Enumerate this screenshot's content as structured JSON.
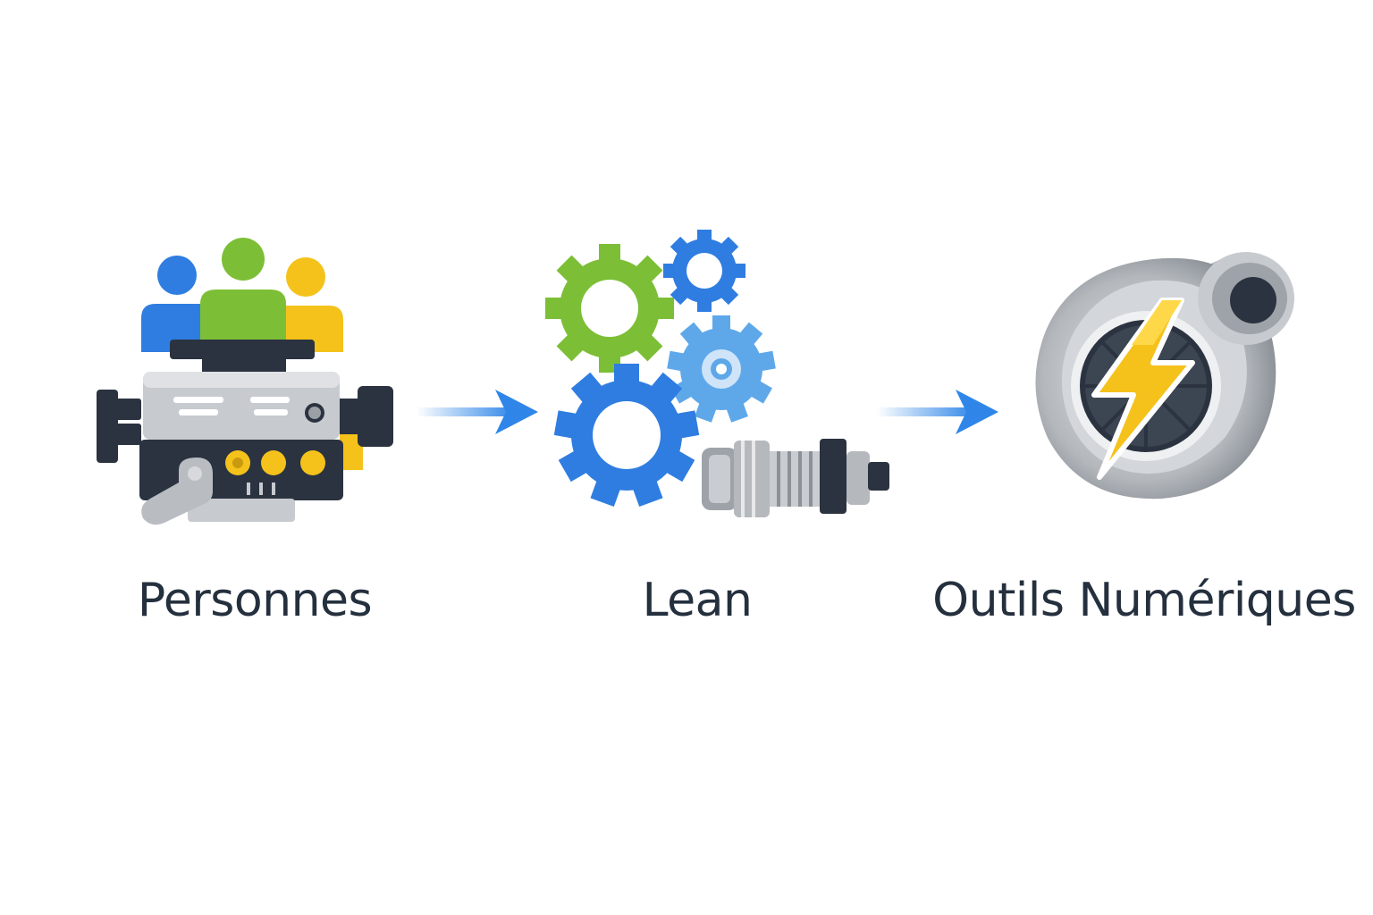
{
  "diagram": {
    "steps": [
      {
        "label": "Personnes",
        "icon": "people-engine-icon"
      },
      {
        "label": "Lean",
        "icon": "gears-crankshaft-icon"
      },
      {
        "label": "Outils Numériques",
        "icon": "turbo-lightning-icon"
      }
    ],
    "connectors": [
      "arrow-right-icon",
      "arrow-right-icon"
    ]
  },
  "colors": {
    "label_text": "#25303e",
    "arrow": "#2f86e8",
    "blue": "#2f7de0",
    "green": "#7cbf36",
    "yellow": "#f5c21b",
    "dark": "#2b3340",
    "grey": "#a9adb2"
  }
}
